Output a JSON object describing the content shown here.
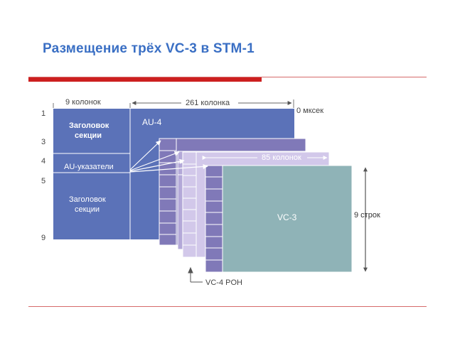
{
  "slide": {
    "title": "Размещение трёх VC-3 в STM-1"
  },
  "diagram": {
    "header_cols_label": "9 колонок",
    "payload_cols_label": "261 колонка",
    "time_label": "0 мксек",
    "row_labels": [
      "1",
      "3",
      "4",
      "5",
      "9"
    ],
    "soh_top": [
      "Заголовок",
      "секции"
    ],
    "au_pointers": "AU-указатели",
    "soh_bottom": [
      "Заголовок",
      "секции"
    ],
    "au4_label": "AU-4",
    "vc3_cols_label": "85 колонок",
    "vc3_label": "VC-3",
    "rows_label": "9 строк",
    "poh_label": "VC-4 POH"
  },
  "colors": {
    "title": "#3a6fc4",
    "stm_frame": "#5b72b8",
    "vc4": "#8079b8",
    "vc3_back": "#b3a8d8",
    "vc3_mid": "#d2c8ea",
    "vc3_front": "#8fb3b7",
    "rule_red": "#cc1f1f"
  }
}
